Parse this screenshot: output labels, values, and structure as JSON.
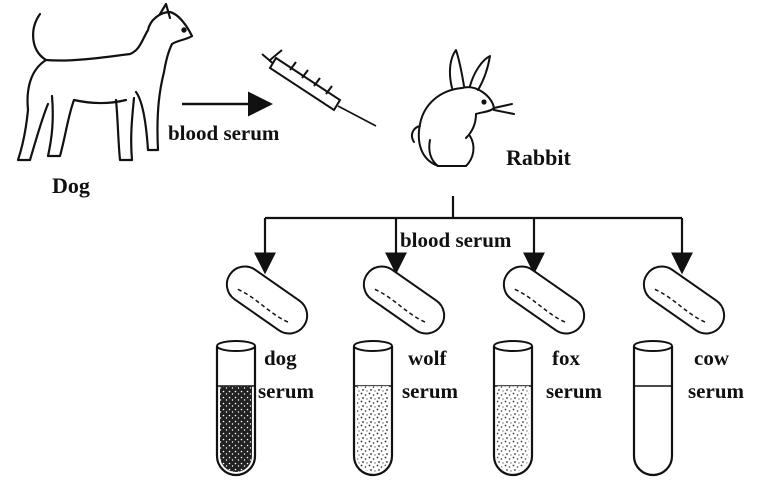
{
  "labels": {
    "dog": "Dog",
    "injection": "blood serum",
    "rabbit": "Rabbit",
    "rabbit_serum": "blood serum"
  },
  "tubes": [
    {
      "name": "dog",
      "line1": "dog",
      "line2": "serum",
      "precipitate_level": 1.0
    },
    {
      "name": "wolf",
      "line1": "wolf",
      "line2": "serum",
      "precipitate_level": 0.8
    },
    {
      "name": "fox",
      "line1": "fox",
      "line2": "serum",
      "precipitate_level": 0.6
    },
    {
      "name": "cow",
      "line1": "cow",
      "line2": "serum",
      "precipitate_level": 0.0
    }
  ],
  "colors": {
    "ink": "#111111",
    "background": "#ffffff"
  }
}
